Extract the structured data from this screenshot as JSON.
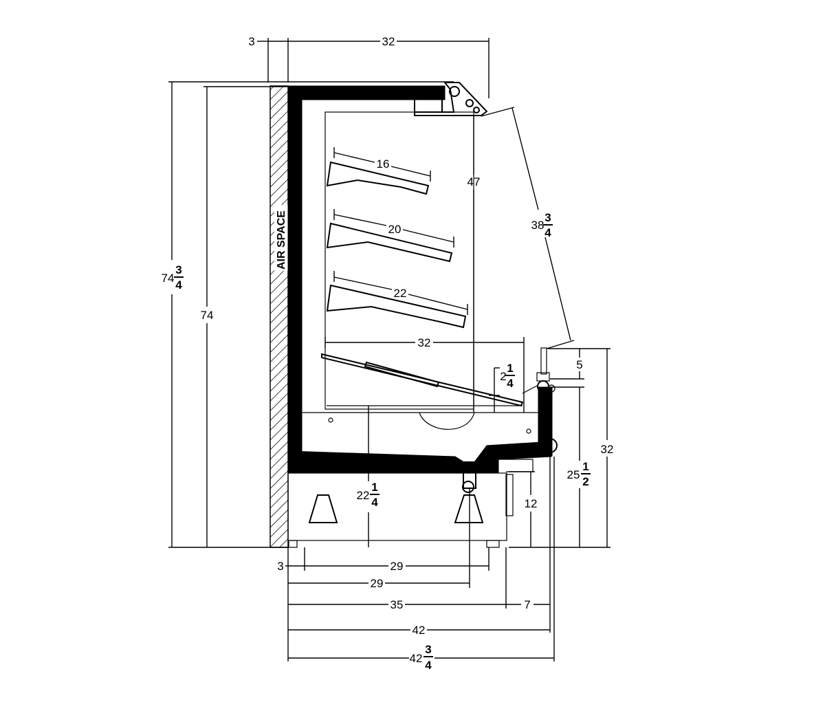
{
  "labels": {
    "air_space": "AIR SPACE",
    "d_top_3": "3",
    "d_top_32": "32",
    "d_74": "74",
    "d_74_whole": "74",
    "d_74_num": "3",
    "d_74_den": "4",
    "d_47": "47",
    "d_38_whole": "38",
    "d_38_num": "3",
    "d_38_den": "4",
    "d_shelf_16": "16",
    "d_shelf_20": "20",
    "d_shelf_22": "22",
    "d_deck_32": "32",
    "d_2_whole": "2",
    "d_2_num": "1",
    "d_2_den": "4",
    "d_5": "5",
    "d_32_right": "32",
    "d_25_whole": "25",
    "d_25_num": "1",
    "d_25_den": "2",
    "d_12": "12",
    "d_22_whole": "22",
    "d_22_num": "1",
    "d_22_den": "4",
    "d_bot_3": "3",
    "d_bot_29a": "29",
    "d_bot_29b": "29",
    "d_bot_35": "35",
    "d_bot_7": "7",
    "d_bot_42": "42",
    "d_bot_42_whole": "42",
    "d_bot_42_num": "3",
    "d_bot_42_den": "4"
  }
}
